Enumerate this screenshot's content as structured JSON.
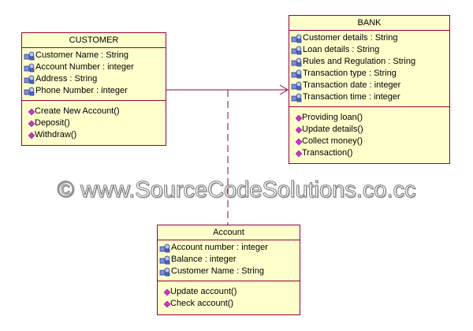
{
  "diagram": {
    "classes": {
      "customer": {
        "name": "CUSTOMER",
        "attributes": [
          "Customer Name : String",
          "Account Number : integer",
          "Address : String",
          "Phone Number : integer"
        ],
        "operations": [
          "Create New Account()",
          "Deposit()",
          "Withdraw()"
        ]
      },
      "bank": {
        "name": "BANK",
        "attributes": [
          "Customer details : String",
          "Loan details : String",
          "Rules and Regulation : String",
          "Transaction type : String",
          "Transaction date : integer",
          "Transaction time : integer"
        ],
        "operations": [
          "Providing loan()",
          "Update details()",
          "Collect money()",
          "Transaction()"
        ]
      },
      "account": {
        "name": "Account",
        "attributes": [
          "Account number : integer",
          "Balance : integer",
          "Customer Name : String"
        ],
        "operations": [
          "Update account()",
          "Check account()"
        ]
      }
    },
    "relationships": [
      {
        "from": "customer",
        "to": "bank",
        "kind": "association",
        "arrowhead": "open"
      },
      {
        "from": "account",
        "to": "customer-bank-association",
        "kind": "association-class",
        "line": "dashed"
      }
    ],
    "colors": {
      "class_fill": "#ffffcc",
      "class_border": "#990033",
      "line": "#990033"
    },
    "icons": {
      "attribute": "attribute-icon",
      "operation": "operation-icon"
    }
  },
  "watermark": {
    "text": "© www.SourceCodeSolutions.co.cc"
  }
}
